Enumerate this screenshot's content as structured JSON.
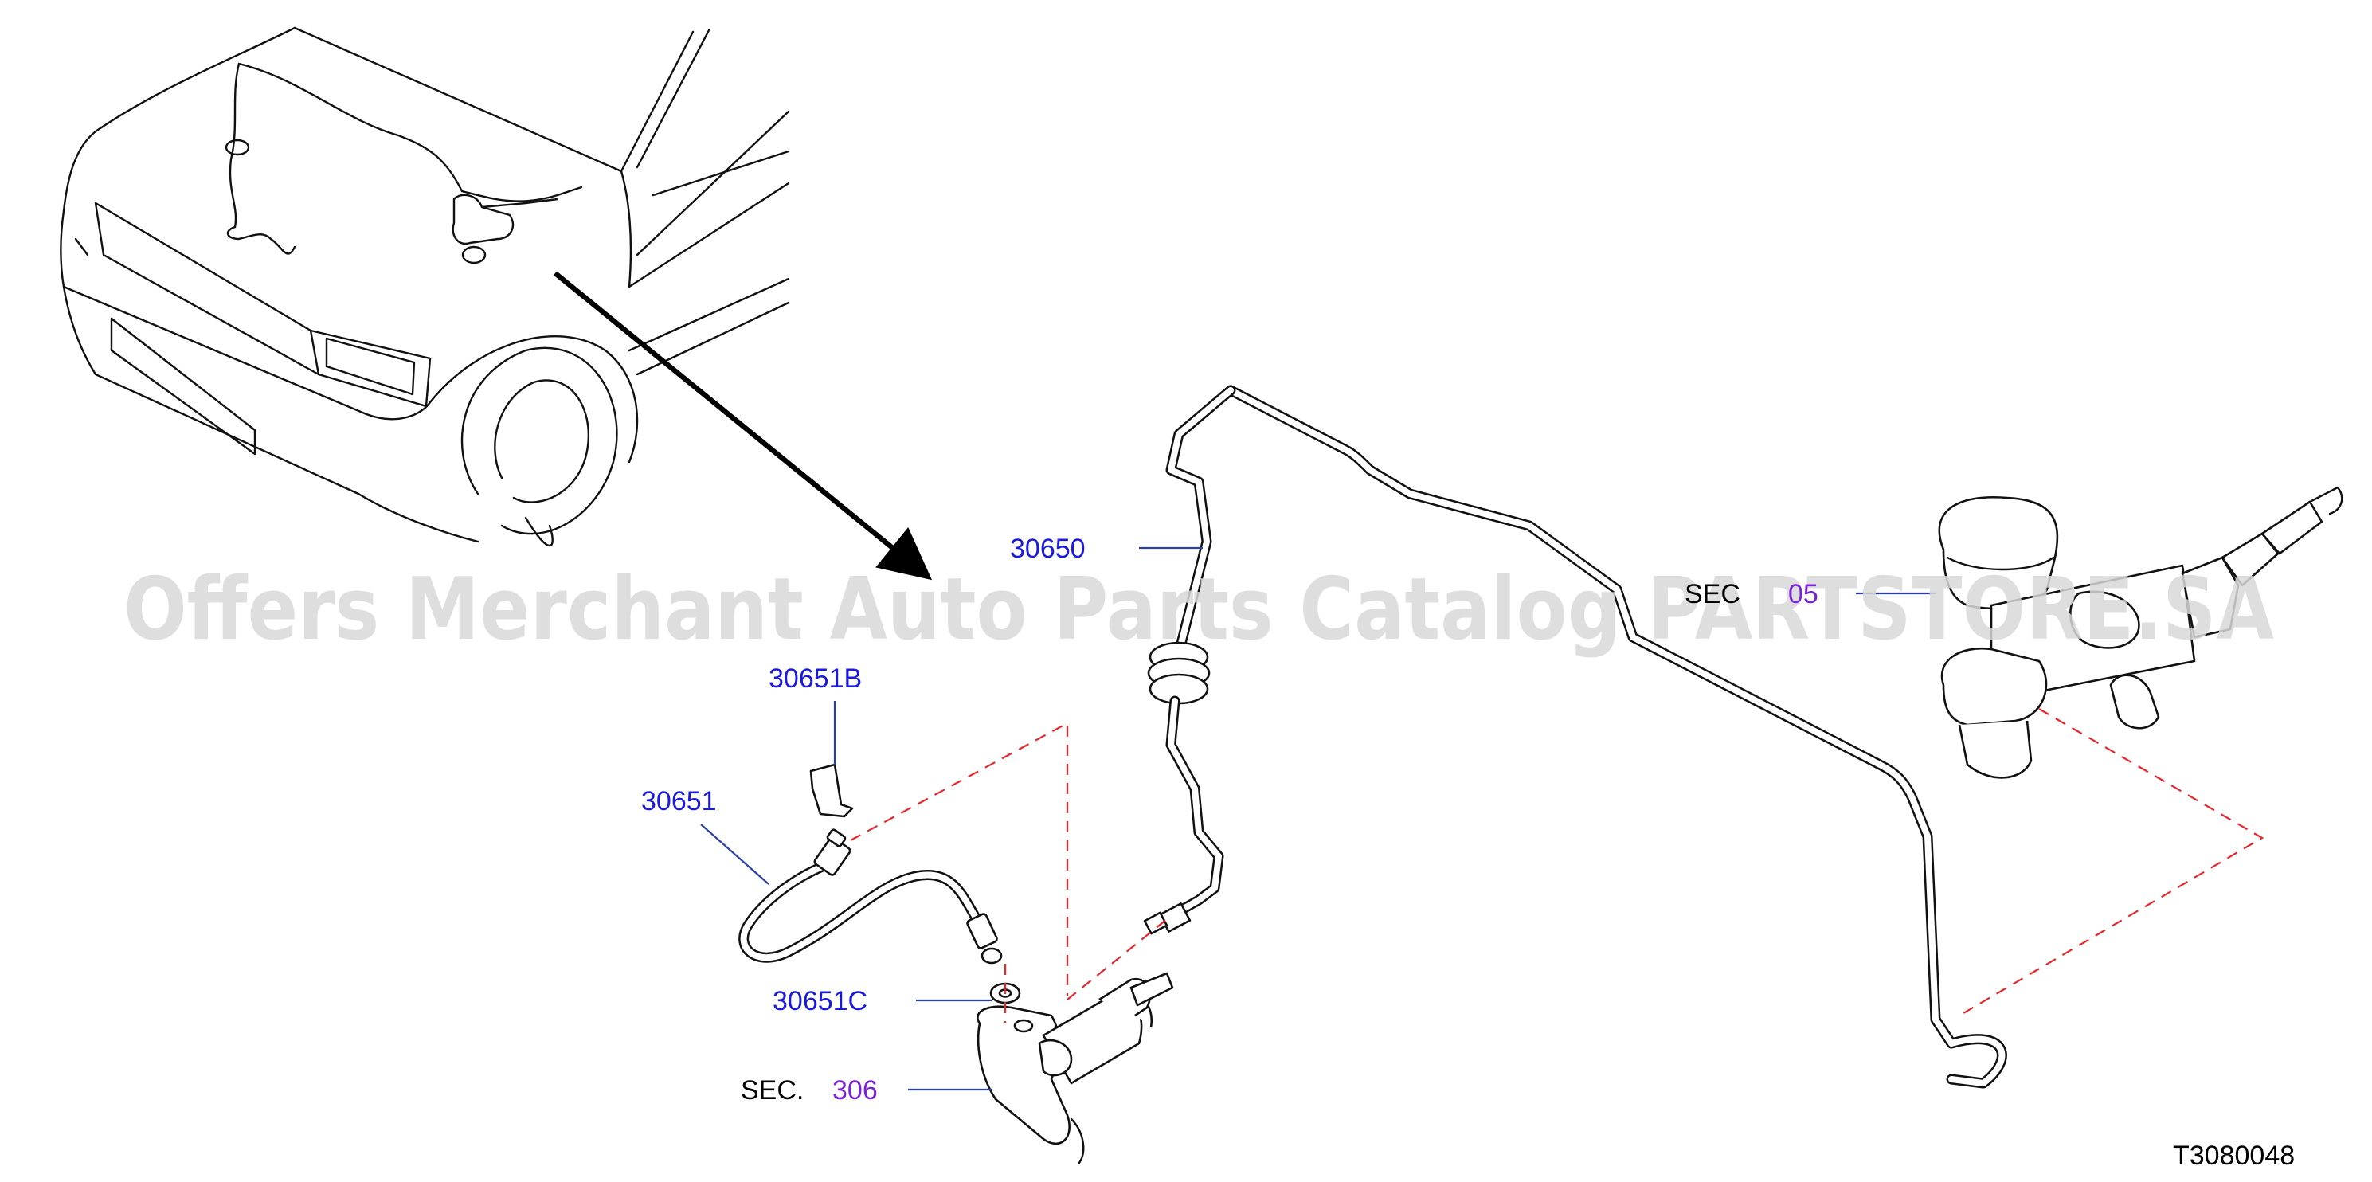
{
  "diagram": {
    "code": "T3080048",
    "watermark": "Offers Merchant Auto Parts Catalog PARTSTORE.SA",
    "callouts": [
      {
        "id": "30650",
        "label": "30650"
      },
      {
        "id": "30651B",
        "label": "30651B"
      },
      {
        "id": "30651",
        "label": "30651"
      },
      {
        "id": "30651C",
        "label": "30651C"
      }
    ],
    "section_refs": [
      {
        "prefix": "SEC.",
        "number": "306"
      },
      {
        "prefix": "SEC",
        "number": "05"
      }
    ],
    "colors": {
      "part_label": "#1a1adf",
      "section_number": "#7a22d6",
      "leader": "#2a3fa8",
      "dashed_guide": "#e8262a",
      "watermark": "#d8d8d8"
    }
  }
}
